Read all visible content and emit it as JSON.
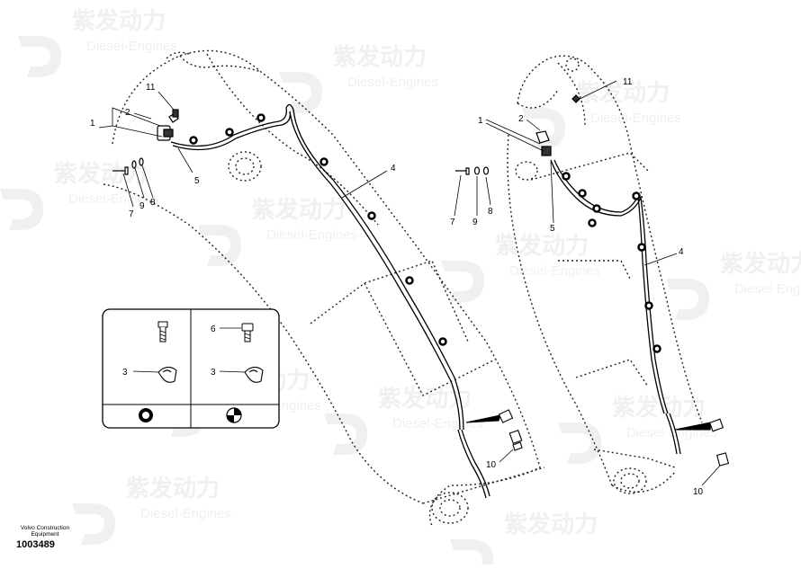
{
  "watermark": {
    "brand": "紫发动力",
    "sub": "Diesel-Engines"
  },
  "callouts_left": [
    "11",
    "1",
    "2",
    "5",
    "4",
    "7",
    "9",
    "8",
    "10"
  ],
  "callouts_right": [
    "11",
    "1",
    "2",
    "5",
    "4",
    "7",
    "9",
    "8",
    "10"
  ],
  "legend": {
    "left_label": "3",
    "right_top_label": "6",
    "right_label": "3"
  },
  "footer": {
    "company_line1": "Volvo Construction",
    "company_line2": "Equipment",
    "drawing_number": "1003489"
  }
}
